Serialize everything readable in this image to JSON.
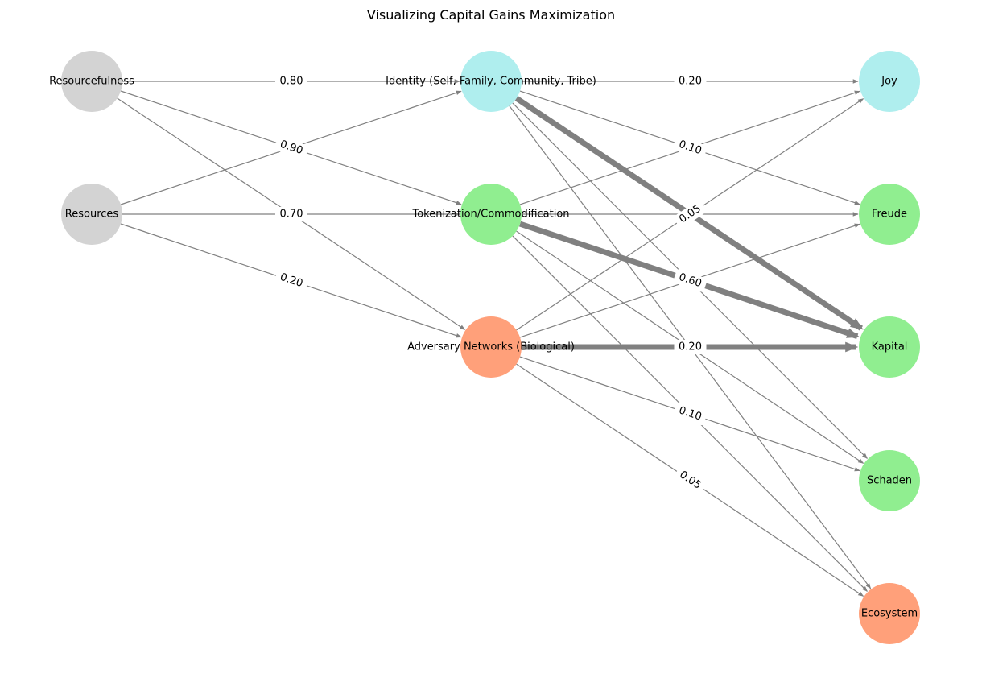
{
  "title": "Visualizing Capital Gains Maximization",
  "nodes": [
    {
      "id": "resourcefulness",
      "label": "Resourcefulness",
      "color": "#d3d3d3"
    },
    {
      "id": "resources",
      "label": "Resources",
      "color": "#d3d3d3"
    },
    {
      "id": "identity",
      "label": "Identity (Self, Family, Community, Tribe)",
      "color": "#afeeee"
    },
    {
      "id": "tokenization",
      "label": "Tokenization/Commodification",
      "color": "#90ee90"
    },
    {
      "id": "adversary",
      "label": "Adversary Networks (Biological)",
      "color": "#ffa07a"
    },
    {
      "id": "joy",
      "label": "Joy",
      "color": "#afeeee"
    },
    {
      "id": "freude",
      "label": "Freude",
      "color": "#90ee90"
    },
    {
      "id": "kapital",
      "label": "Kapital",
      "color": "#90ee90"
    },
    {
      "id": "schaden",
      "label": "Schaden",
      "color": "#90ee90"
    },
    {
      "id": "ecosystem",
      "label": "Ecosystem",
      "color": "#ffa07a"
    }
  ],
  "edges": [
    {
      "from": "resourcefulness",
      "to": "identity",
      "weight": 1
    },
    {
      "from": "resourcefulness",
      "to": "tokenization",
      "weight": 1
    },
    {
      "from": "resourcefulness",
      "to": "adversary",
      "weight": 1
    },
    {
      "from": "resources",
      "to": "identity",
      "weight": 1
    },
    {
      "from": "resources",
      "to": "tokenization",
      "weight": 1
    },
    {
      "from": "resources",
      "to": "adversary",
      "weight": 1
    },
    {
      "from": "identity",
      "to": "joy",
      "weight": 1
    },
    {
      "from": "identity",
      "to": "freude",
      "weight": 1
    },
    {
      "from": "identity",
      "to": "kapital",
      "weight": 6
    },
    {
      "from": "identity",
      "to": "schaden",
      "weight": 1
    },
    {
      "from": "identity",
      "to": "ecosystem",
      "weight": 1
    },
    {
      "from": "tokenization",
      "to": "joy",
      "weight": 1
    },
    {
      "from": "tokenization",
      "to": "freude",
      "weight": 1
    },
    {
      "from": "tokenization",
      "to": "kapital",
      "weight": 6
    },
    {
      "from": "tokenization",
      "to": "schaden",
      "weight": 1
    },
    {
      "from": "tokenization",
      "to": "ecosystem",
      "weight": 1
    },
    {
      "from": "adversary",
      "to": "joy",
      "weight": 1
    },
    {
      "from": "adversary",
      "to": "freude",
      "weight": 1
    },
    {
      "from": "adversary",
      "to": "kapital",
      "weight": 6
    },
    {
      "from": "adversary",
      "to": "schaden",
      "weight": 1
    },
    {
      "from": "adversary",
      "to": "ecosystem",
      "weight": 1
    }
  ],
  "edge_labels": [
    {
      "from": "resourcefulness",
      "to": "identity",
      "text": "0.80"
    },
    {
      "from": "resourcefulness",
      "to": "tokenization",
      "text": "0.90"
    },
    {
      "from": "resources",
      "to": "tokenization",
      "text": "0.70"
    },
    {
      "from": "resources",
      "to": "adversary",
      "text": "0.20"
    },
    {
      "from": "identity",
      "to": "joy",
      "text": "0.20"
    },
    {
      "from": "identity",
      "to": "freude",
      "text": "0.10"
    },
    {
      "from": "adversary",
      "to": "joy",
      "text": "0.05"
    },
    {
      "from": "tokenization",
      "to": "kapital",
      "text": "0.60"
    },
    {
      "from": "adversary",
      "to": "kapital",
      "text": "0.20"
    },
    {
      "from": "adversary",
      "to": "schaden",
      "text": "0.10"
    },
    {
      "from": "adversary",
      "to": "ecosystem",
      "text": "0.05"
    }
  ],
  "colors": {
    "edge": "#808080",
    "input_node": "#d3d3d3",
    "identity_node": "#afeeee",
    "green_node": "#90ee90",
    "salmon_node": "#ffa07a"
  }
}
